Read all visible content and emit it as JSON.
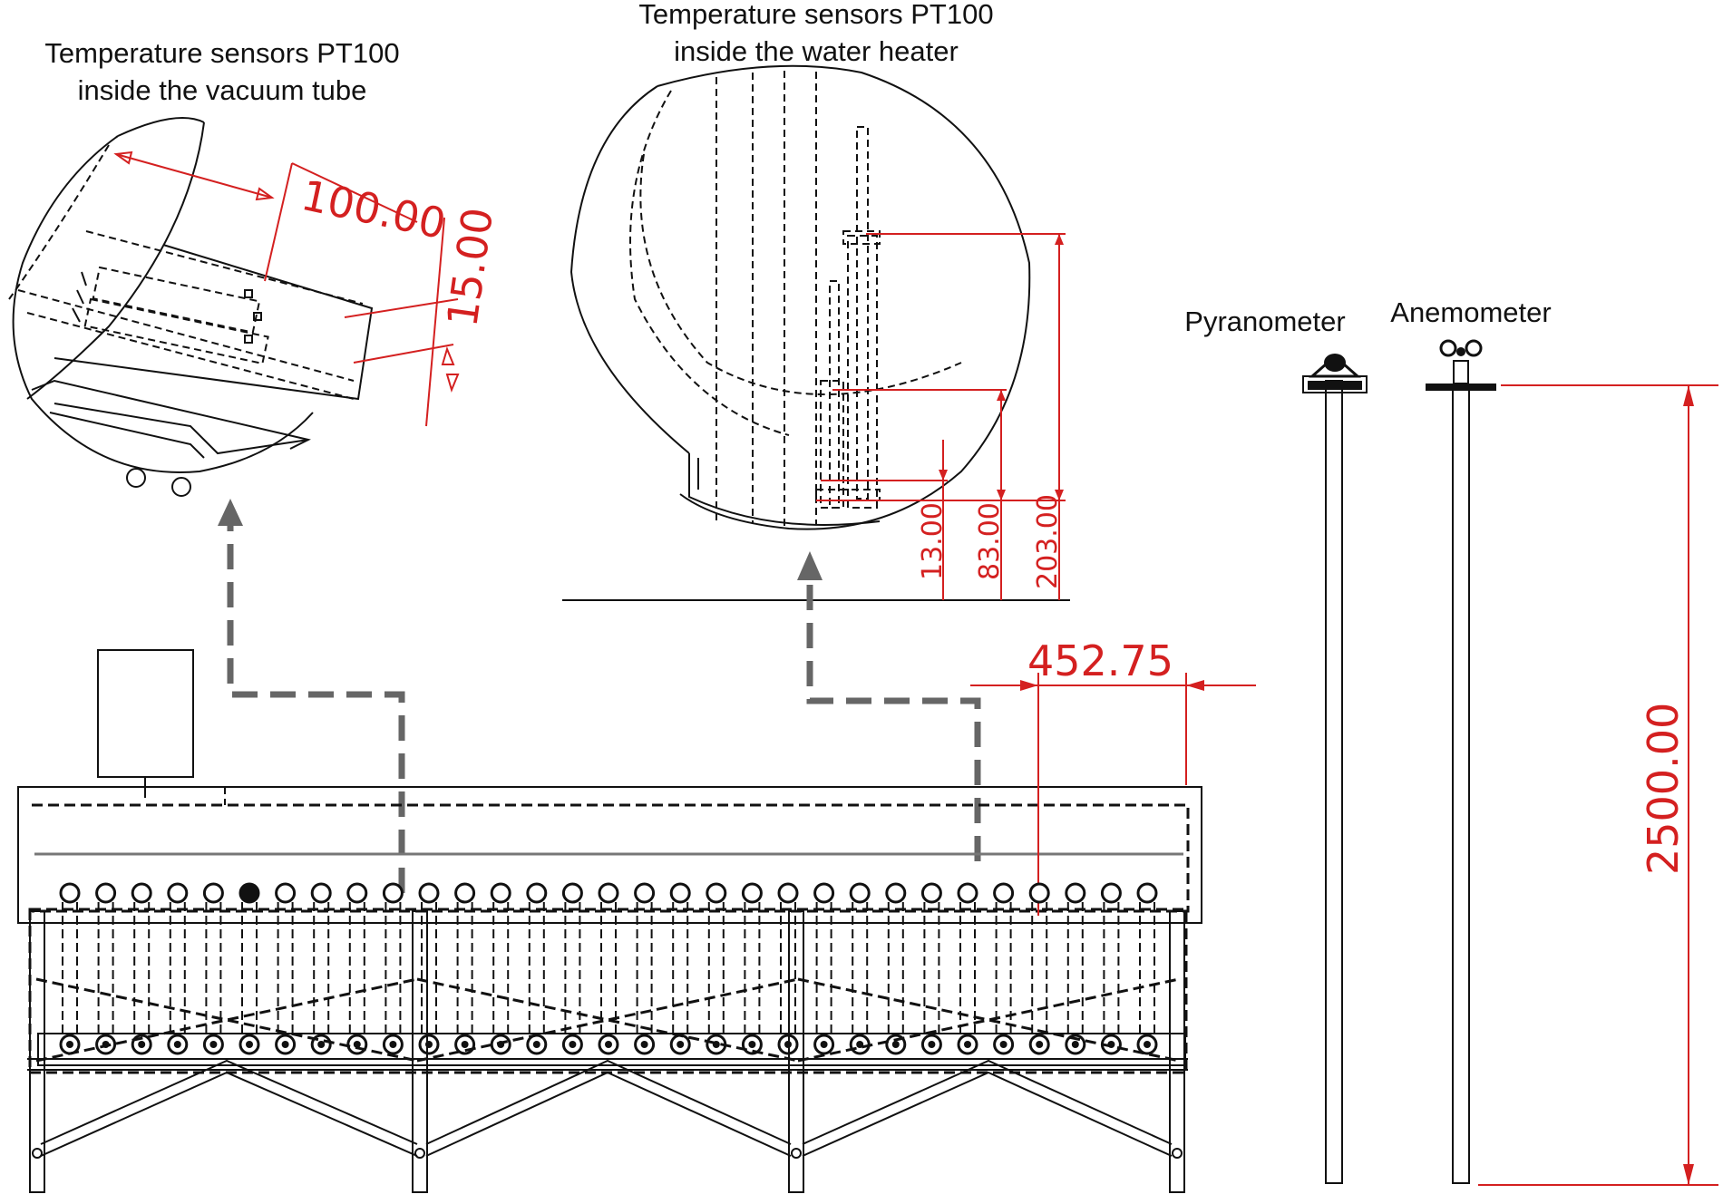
{
  "labels": {
    "vacuum_tube_line1": "Temperature sensors PT100",
    "vacuum_tube_line2": "inside the vacuum tube",
    "water_heater_line1": "Temperature sensors PT100",
    "water_heater_line2": "inside the water heater",
    "pyranometer": "Pyranometer",
    "anemometer": "Anemometer"
  },
  "dimensions": {
    "tube_length": "100.00",
    "tube_offset": "15.00",
    "heater_low": "13.00",
    "heater_mid": "83.00",
    "heater_high": "203.00",
    "sensor_offset": "452.75",
    "mast_height": "2500.00"
  },
  "colors": {
    "dimension": "#d42020",
    "line": "#111111",
    "guide_arrow": "#666666"
  },
  "tubes": {
    "count": 31
  }
}
